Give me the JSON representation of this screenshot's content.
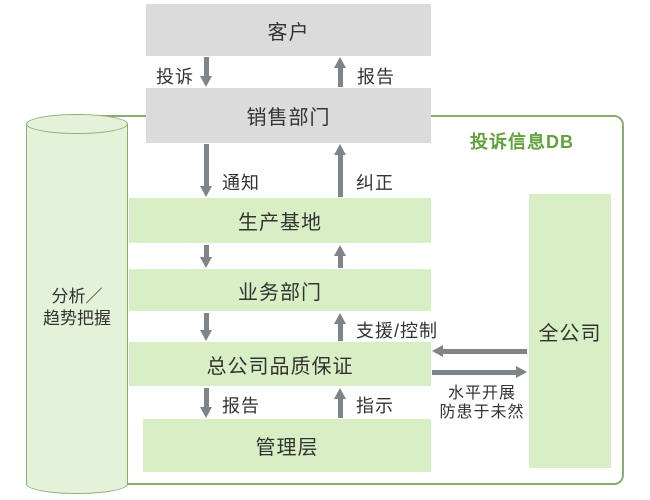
{
  "diagram": {
    "db_container_label": "投诉信息DB",
    "cylinder": {
      "line1": "分析／",
      "line2": "趋势把握"
    },
    "nodes": {
      "customer": "客户",
      "sales_dept": "销售部门",
      "production_base": "生产基地",
      "business_dept": "业务部门",
      "hq_quality_assurance": "总公司品质保证",
      "management": "管理层",
      "whole_company": "全公司"
    },
    "edges": {
      "complaint": "投诉",
      "report_to_customer": "报告",
      "notify": "通知",
      "correct": "纠正",
      "support_control": "支援/控制",
      "report_to_management": "报告",
      "instruct": "指示",
      "horizontal_line1": "水平开展",
      "horizontal_line2": "防患于未然"
    },
    "colors": {
      "box_gray": "#dbdbdb",
      "box_green": "#d8efc6",
      "cylinder_fill": "#e4f2da",
      "border_green": "#8cab70",
      "db_label_green": "#61a13e",
      "arrow_gray": "#7e8487",
      "text_dark": "#333333"
    }
  }
}
